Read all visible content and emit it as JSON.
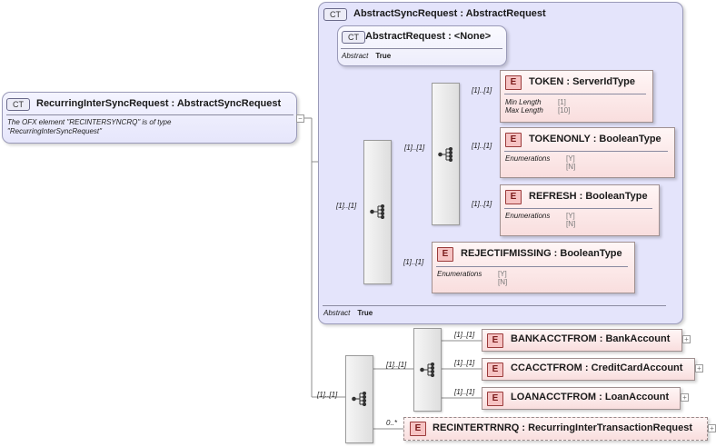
{
  "root": {
    "badge": "CT",
    "title": "RecurringInterSyncRequest : AbstractSyncRequest",
    "note": "The OFX element \"RECINTERSYNCRQ\" is of type \"RecurringInterSyncRequest\""
  },
  "sync_request": {
    "badge": "CT",
    "title": "AbstractSyncRequest : AbstractRequest",
    "abstract_key": "Abstract",
    "abstract_val": "True"
  },
  "abstract_request": {
    "badge": "CT",
    "title": "AbstractRequest : <None>",
    "abstract_key": "Abstract",
    "abstract_val": "True"
  },
  "elements": {
    "token": {
      "badge": "E",
      "title": "TOKEN   : ServerIdType",
      "card": "[1]..[1]",
      "facet1": "Min Length",
      "facet1_val": "[1]",
      "facet2": "Max Length",
      "facet2_val": "[10]"
    },
    "tokenonly": {
      "badge": "E",
      "title": "TOKENONLY : BooleanType",
      "card": "[1]..[1]",
      "facet1": "Enumerations",
      "val1": "[Y]",
      "val2": "[N]"
    },
    "refresh": {
      "badge": "E",
      "title": "REFRESH : BooleanType",
      "card": "[1]..[1]",
      "facet1": "Enumerations",
      "val1": "[Y]",
      "val2": "[N]"
    },
    "rejectifmissing": {
      "badge": "E",
      "title": "REJECTIFMISSING : BooleanType",
      "card": "[1]..[1]",
      "facet1": "Enumerations",
      "val1": "[Y]",
      "val2": "[N]"
    },
    "bankacctfrom": {
      "badge": "E",
      "title": "BANKACCTFROM : BankAccount",
      "card": "[1]..[1]"
    },
    "ccacctfrom": {
      "badge": "E",
      "title": "CCACCTFROM : CreditCardAccount",
      "card": "[1]..[1]"
    },
    "loanacctfrom": {
      "badge": "E",
      "title": "LOANACCTFROM : LoanAccount",
      "card": "[1]..[1]"
    },
    "recintertrnrq": {
      "badge": "E",
      "title": "RECINTERTRNRQ : RecurringInterTransactionRequest",
      "card": "0..*"
    }
  },
  "sequences": {
    "inner_card": "[1]..[1]",
    "main_card": "[1]..[1]",
    "choice_card": "[1]..[1]",
    "lower_card": "[1]..[1]"
  },
  "icons": {
    "expand": "+",
    "sequence": "sequence-icon",
    "ct": "complex-type-icon",
    "element": "element-icon"
  },
  "colors": {
    "ct_fill": "#e4e4fb",
    "element_fill": "#f9dede",
    "element_badge": "#f6c3c3"
  }
}
